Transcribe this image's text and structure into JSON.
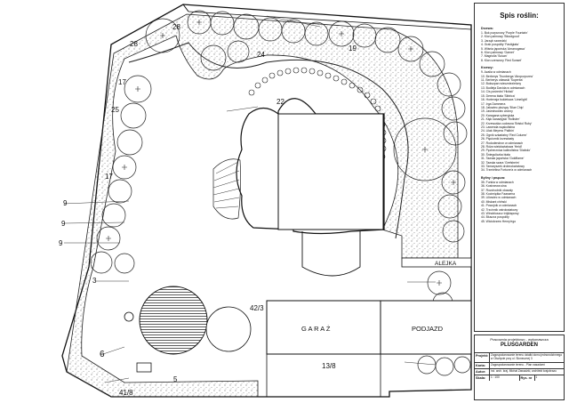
{
  "plan": {
    "labels": {
      "n28": "28",
      "n28b": "28",
      "n24": "24",
      "n19": "19",
      "n17a": "17",
      "n25": "25",
      "n22": "22",
      "n17b": "17",
      "n9a": "9",
      "n9b": "9",
      "n9c": "9",
      "n3": "3",
      "n6": "6",
      "n5": "5",
      "n4178": "41/8",
      "n138": "13/8",
      "n423": "42/3",
      "garage": "G A R A Ż",
      "driveway": "PODJAZD",
      "alley": "ALEJKA"
    }
  },
  "legend": {
    "title": "Spis roślin:",
    "groups": [
      {
        "heading": "Drzewa:",
        "items": [
          "1. Buk purpurowy 'Purple Fountain'",
          "2. Klon palmowy 'Bloodgood'",
          "3. Jarząb szwedzki",
          "4. Grab pospolity 'Fastigiata'",
          "5. Wiśnia japońska 'Amanogawa'",
          "6. Klon palmowy 'Garnet'",
          "7. Magnolia 'Susan'",
          "8. Klon czerwony 'Red Sunset'"
        ]
      },
      {
        "heading": "Krzewy:",
        "items": [
          "9. Azalia w odmianach",
          "10. Berberys Thunberga 'Atropurpurea'",
          "11. Berberys ottawski 'Superba'",
          "12. Bukszpan wieczniezielony",
          "13. Budleja Davida w odmianach",
          "14. Cis pośredni 'Hicksii'",
          "15. Derena biała 'Sibirica'",
          "16. Hortensja bukietowa 'Limelight'",
          "17. Irga Dammera",
          "18. Jałowiec płożący 'Blue Chip'",
          "19. Jaśminowiec wonny",
          "20. Karagana syberyjska",
          "21. Kłęk kanadyjski 'Hollister'",
          "22. Krzewuśka cudowna 'Bristol Ruby'",
          "23. Lawenda wąskolistna",
          "24. Lilak Meyera 'Palibin'",
          "25. Ognik szkarłatny 'Red Column'",
          "26. Pięciornik krzewiasty",
          "27. Rododendron w odmianach",
          "28. Róża wielokwiatowa 'Heidi'",
          "29. Pęcherznica kalinolistna 'Diabolo'",
          "30. Śnieguliczka biała",
          "31. Tawuła japońska 'Goldflame'",
          "32. Tawuła szara 'Grefsheim'",
          "33. Tamaryszek drobnokwiatowy",
          "34. Trzmielina Fortune'a w odmianach"
        ]
      },
      {
        "heading": "Byliny i pnącza:",
        "items": [
          "35. Funkia w odmianach",
          "36. Kostrzewa sina",
          "37. Rozchodnik okazały",
          "38. Kocimiętka Faassena",
          "39. Liliowiec w odmianach",
          "40. Miskant chiński",
          "41. Powojnik w odmianach",
          "42. Trzcinnik ostrokwiatowy",
          "43. Winobluszcz trójklapowy",
          "44. Bluszcz pospolity",
          "45. Wiciokrzew Henry'ego"
        ]
      }
    ]
  },
  "title_block": {
    "studio_line": "Pracownia projektowo - wykonawcza",
    "brand": "PLUSGARDEN",
    "rows": [
      {
        "key": "Projekt:",
        "value": "Zagospodarowanie terenu działki domu jednorodzinnego w Olsztynie przy ul. Słonecznej 3"
      },
      {
        "key": "Karta:",
        "value": "Zagospodarowanie terenu - Plan nasadzeń"
      },
      {
        "key": "Autor:",
        "value": "inż. arch. kraj. Michał Zawadzki, architekt krajobrazu"
      }
    ],
    "scale_label": "Skala:",
    "scale_value": "1 : 100",
    "sheet_label": "Rys. nr",
    "sheet_value": "1"
  }
}
